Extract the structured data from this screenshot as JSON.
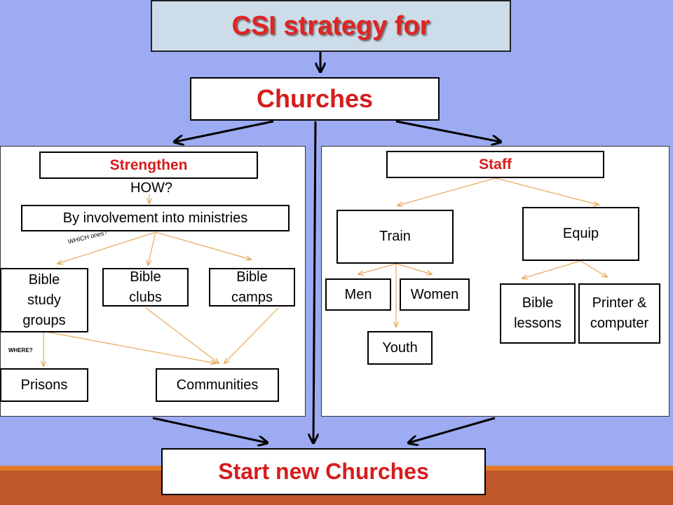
{
  "title": "CSI strategy for",
  "churches": "Churches",
  "strengthen": {
    "heading": "Strengthen",
    "how": "HOW?",
    "involvement": "By involvement into ministries",
    "which": "WHICH ones?",
    "ministries": {
      "study_groups": "Bible\nstudy\ngroups",
      "clubs": "Bible\nclubs",
      "camps": "Bible\ncamps"
    },
    "where": "WHERE?",
    "prisons": "Prisons",
    "communities": "Communities"
  },
  "staff": {
    "heading": "Staff",
    "train": "Train",
    "equip": "Equip",
    "men": "Men",
    "women": "Women",
    "youth": "Youth",
    "bible_lessons": "Bible\nlessons",
    "printer_computer": "Printer &\ncomputer"
  },
  "start_new": "Start new Churches",
  "colors": {
    "background": "#9dabf2",
    "title_fill": "#ccdde9",
    "accent_red": "#d61c1c",
    "thin_arrow": "#e8a85c",
    "band_orange": "#e07a26",
    "band_rust": "#c0572a"
  }
}
